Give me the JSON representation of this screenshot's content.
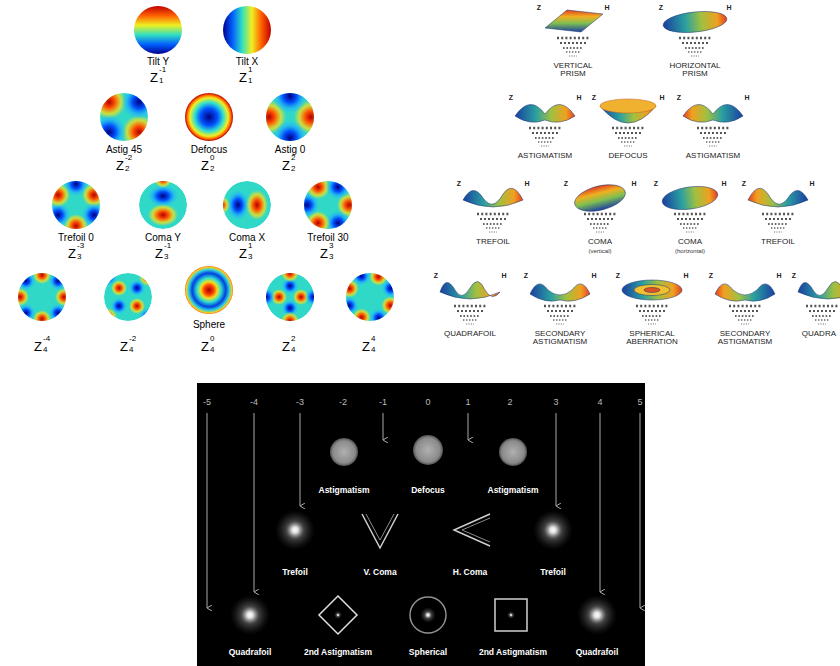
{
  "diagram": {
    "labels": [
      "Tilt Y",
      "Z",
      "-1",
      "1",
      "Tilt X",
      "Z",
      "1",
      "1",
      "Astig 45",
      "Z",
      "-2",
      "2",
      "Defocus",
      "Z",
      "0",
      "2",
      "Astig 0",
      "Z",
      "2",
      "2",
      "Trefoil 0",
      "Z",
      "-3",
      "3",
      "Coma Y",
      "Z",
      "-1",
      "3",
      "Coma X",
      "Z",
      "1",
      "3",
      "Trefoil 30",
      "Z",
      "3",
      "3",
      "Sphere",
      "Z",
      "-4",
      "4",
      "Z",
      "-2",
      "4",
      "Z",
      "0",
      "4",
      "Z",
      "2",
      "4",
      "Z",
      "4",
      "4",
      "Z",
      "H",
      "VERTICAL PRISM",
      "Z",
      "H",
      "HORIZONTAL PRISM",
      "Z",
      "H",
      "ASTIGMATISM",
      "Z",
      "H",
      "DEFOCUS",
      "Z",
      "H",
      "ASTIGMATISM",
      "Z",
      "H",
      "TREFOIL",
      "Z",
      "H",
      "COMA",
      "(vertical)",
      "Z",
      "H",
      "COMA",
      "(horizontal)",
      "Z",
      "H",
      "TREFOIL",
      "Z",
      "H",
      "QUADRAFOIL",
      "Z",
      "H",
      "SECONDARY ASTIGMATISM",
      "Z",
      "H",
      "SPHERICAL ABERRATION",
      "Z",
      "H",
      "SECONDARY ASTIGMATISM",
      "Z",
      "QUADRA",
      "-5",
      "-4",
      "-3",
      "-2",
      "-1",
      "0",
      "1",
      "2",
      "3",
      "4",
      "5",
      "Astigmatism",
      "Defocus",
      "Astigmatism",
      "Trefoil",
      "V. Coma",
      "H. Coma",
      "Trefoil",
      "Quadrafoil",
      "2nd Astigmatism",
      "Spherical",
      "2nd Astigmatism",
      "Quadrafoil"
    ]
  }
}
